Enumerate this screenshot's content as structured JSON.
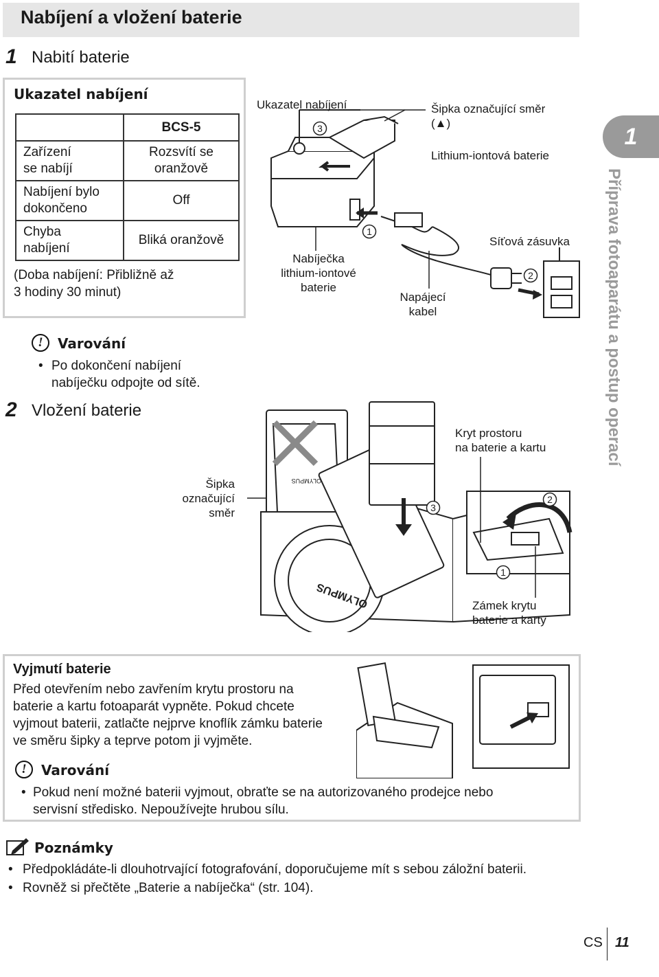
{
  "header": {
    "title": "Nabíjení a vložení baterie"
  },
  "step1": {
    "number": "1",
    "title": "Nabití baterie"
  },
  "indicator_box": {
    "title": "Ukazatel nabíjení",
    "column_header": "BCS-5",
    "rows": [
      {
        "state": "Zařízení\nse nabíjí",
        "value": "Rozsvítí se\noranžově"
      },
      {
        "state": "Nabíjení bylo\ndokončeno",
        "value": "Off"
      },
      {
        "state": "Chyba\nnabíjení",
        "value": "Bliká oranžově"
      }
    ],
    "note": "(Doba nabíjení: Přibližně až\n3 hodiny 30 minut)"
  },
  "warning1": {
    "title": "Varování",
    "items": [
      "Po dokončení nabíjení\nnabíječku odpojte od sítě."
    ]
  },
  "step2": {
    "number": "2",
    "title": "Vložení baterie"
  },
  "diagram_top": {
    "labels": {
      "indicator": "Ukazatel nabíjení",
      "arrow_direction": "Šipka označující směr\n(▲)",
      "battery": "Lithium-iontová baterie",
      "charger": "Nabíječka\nlithium-iontové\nbaterie",
      "cable": "Napájecí\nkabel",
      "outlet": "Síťová zásuvka"
    },
    "markers": [
      "3",
      "1",
      "2"
    ]
  },
  "diagram_bottom": {
    "labels": {
      "arrow_direction": "Šipka\noznačující\nsměr",
      "cover": "Kryt prostoru\nna baterie a kartu",
      "lock": "Zámek krytu\nbaterie a karty"
    },
    "markers": [
      "3",
      "2",
      "1"
    ],
    "brand": "OLYMPUS"
  },
  "removal_box": {
    "title": "Vyjmutí baterie",
    "text": "Před otevřením nebo zavřením krytu prostoru na\nbaterie a kartu fotoaparát vypněte. Pokud chcete\nvyjmout baterii, zatlačte nejprve knoflík zámku baterie\nve směru šipky a teprve potom ji vyjměte.",
    "warning_title": "Varování",
    "warning_items": [
      "Pokud není možné baterii vyjmout, obraťte se na autorizovaného prodejce nebo\nservisní středisko. Nepoužívejte hrubou sílu."
    ]
  },
  "notes": {
    "title": "Poznámky",
    "items": [
      "Předpokládáte-li dlouhotrvající fotografování, doporučujeme mít s sebou záložní baterii.",
      "Rovněž si přečtěte „Baterie a nabíječka“ (str. 104)."
    ]
  },
  "side_tab": {
    "number": "1",
    "text": "Příprava fotoaparátu a postup operací"
  },
  "footer": {
    "lang": "CS",
    "page": "11"
  }
}
